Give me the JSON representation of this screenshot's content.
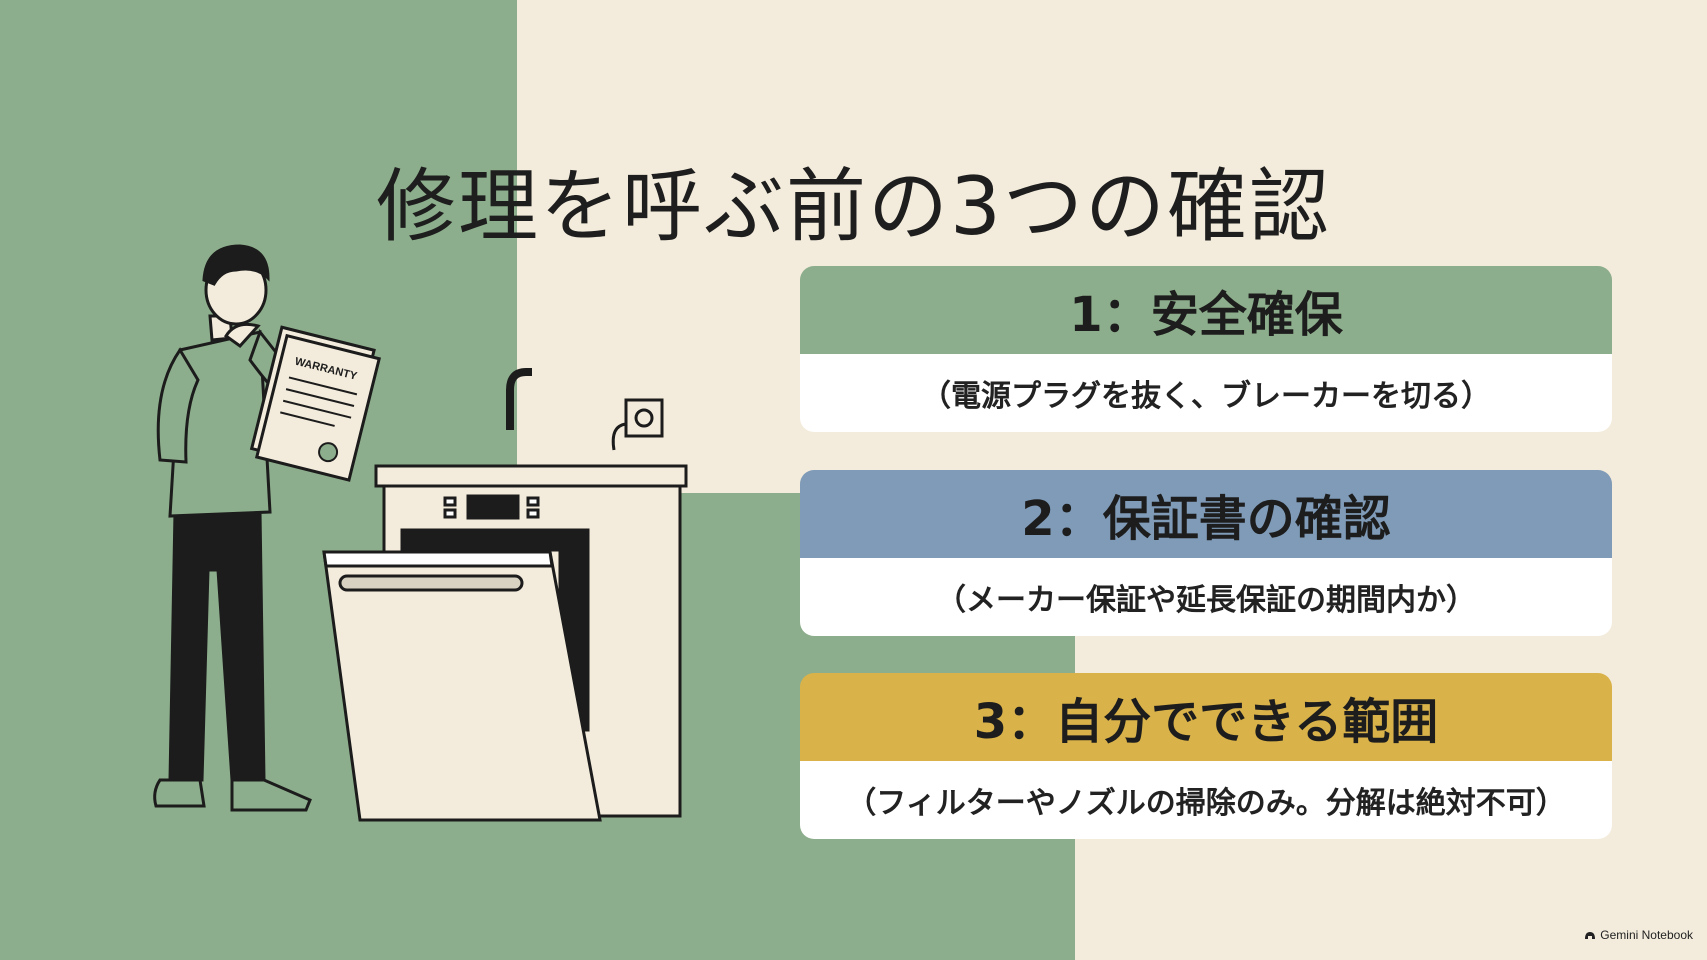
{
  "title": "修理を呼ぶ前の3つの確認",
  "cards": [
    {
      "heading": "1：安全確保",
      "detail": "（電源プラグを抜く、ブレーカーを切る）",
      "color": "#8dae8c"
    },
    {
      "heading": "2：保証書の確認",
      "detail": "（メーカー保証や延長保証の期間内か）",
      "color": "#7f9bb8"
    },
    {
      "heading": "3：自分でできる範囲",
      "detail": "（フィルターやノズルの掃除のみ。分解は絶対不可）",
      "color": "#d9b24a"
    }
  ],
  "illustration": {
    "document_label": "WARRANTY",
    "figure": "person-icon",
    "appliance": "dishwasher-icon"
  },
  "brand": {
    "label": "Gemini Notebook",
    "icon": "notebook-icon"
  },
  "colors": {
    "green": "#8dae8c",
    "cream": "#f3ecdc",
    "blue": "#7f9bb8",
    "gold": "#d9b24a"
  }
}
